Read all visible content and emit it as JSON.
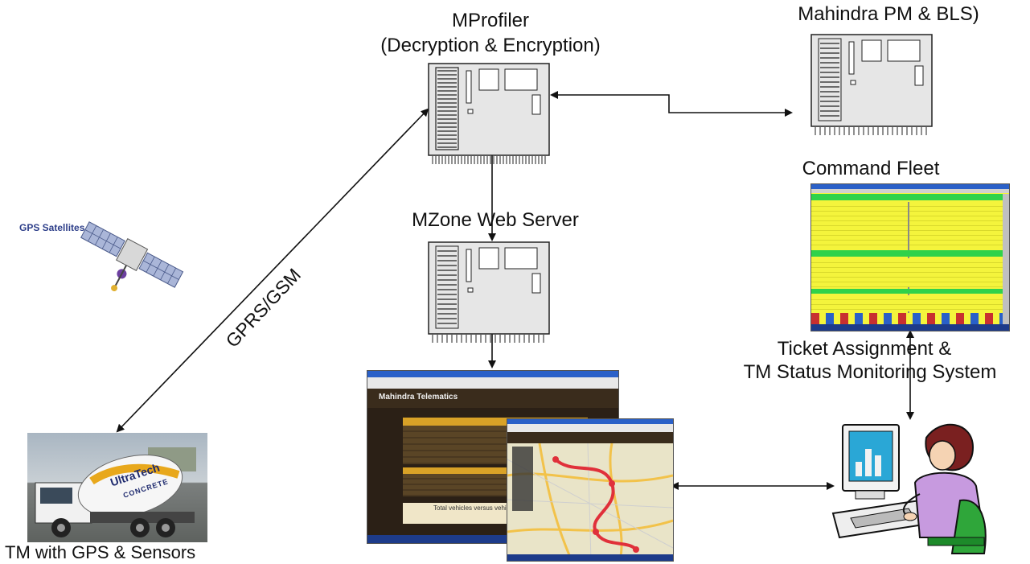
{
  "labels": {
    "mprofiler_title": "MProfiler",
    "mprofiler_subtitle": "(Decryption & Encryption)",
    "mahindra": "Mahindra  PM & BLS)",
    "command_fleet": "Command  Fleet",
    "mzone": "MZone Web Server",
    "gprs": "GPRS/GSM",
    "ticket_line1": "Ticket Assignment &",
    "ticket_line2": "TM Status Monitoring System",
    "tm": "TM with GPS & Sensors",
    "gps_satellites": "GPS Satellites",
    "truck_brand": "UltraTech",
    "truck_brand_sub": "CONCRETE",
    "portal_brand": "Mahindra Telematics",
    "portal_banner": "Total vehicles versus vehicles ..."
  },
  "colors": {
    "server_fill": "#e6e6e6",
    "server_stroke": "#222222",
    "arrow": "#111111",
    "fleet_yellow": "#f4f43c",
    "fleet_green": "#2fd24a",
    "fleet_blue": "#2a60c8",
    "portal_dark": "#2b2016",
    "portal_gold": "#d9a227",
    "map_bg": "#e9e4c8",
    "route_red": "#e0303a",
    "person_shirt": "#c79adf",
    "monitor_blue": "#2aa7d6"
  }
}
